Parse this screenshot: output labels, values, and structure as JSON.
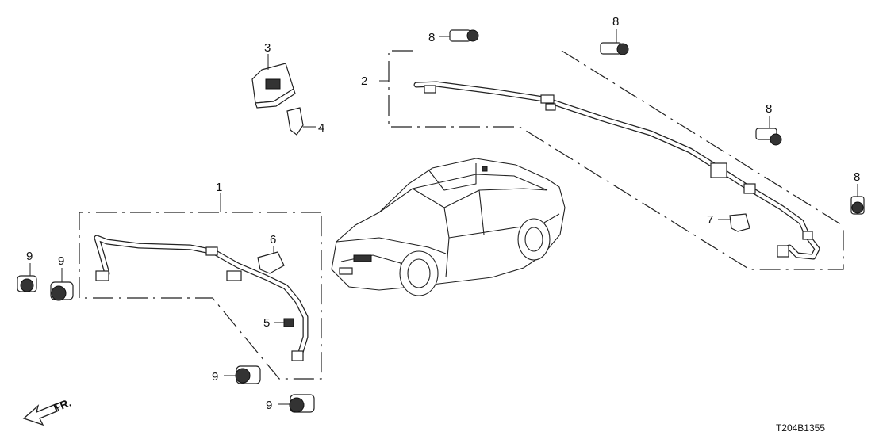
{
  "diagram_id": "T204B1355",
  "direction_label": "FR.",
  "callouts": [
    {
      "id": "c1",
      "label": "1"
    },
    {
      "id": "c2",
      "label": "2"
    },
    {
      "id": "c3",
      "label": "3"
    },
    {
      "id": "c4",
      "label": "4"
    },
    {
      "id": "c5",
      "label": "5"
    },
    {
      "id": "c6",
      "label": "6"
    },
    {
      "id": "c7",
      "label": "7"
    },
    {
      "id": "c8a",
      "label": "8"
    },
    {
      "id": "c8b",
      "label": "8"
    },
    {
      "id": "c8c",
      "label": "8"
    },
    {
      "id": "c8d",
      "label": "8"
    },
    {
      "id": "c9a",
      "label": "9"
    },
    {
      "id": "c9b",
      "label": "9"
    },
    {
      "id": "c9c",
      "label": "9"
    },
    {
      "id": "c9d",
      "label": "9"
    }
  ]
}
